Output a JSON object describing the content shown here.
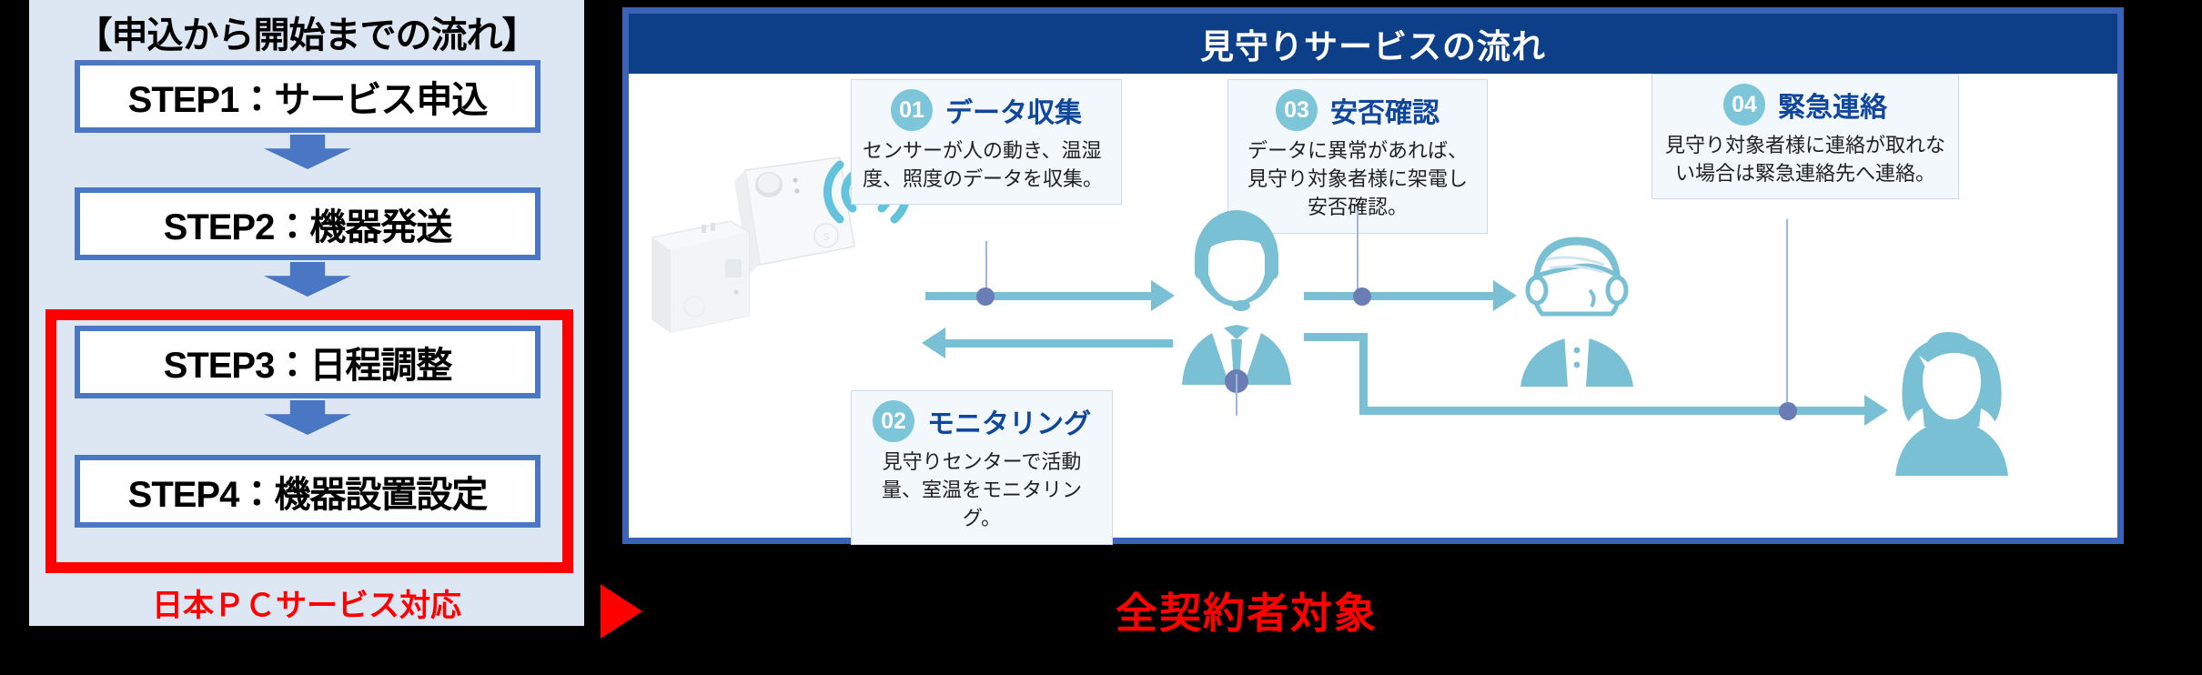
{
  "left_panel": {
    "title": "【申込から開始までの流れ】",
    "steps": [
      {
        "label": "STEP1：サービス申込"
      },
      {
        "label": "STEP2：機器発送"
      },
      {
        "label": "STEP3：日程調整"
      },
      {
        "label": "STEP4：機器設置設定"
      }
    ],
    "footnote": "日本ＰＣサービス対応",
    "highlight_color": "#ff0000",
    "box_border_color": "#4a77c4",
    "background_color": "#dde7f4"
  },
  "divider": {
    "play_icon": "play-triangle-icon",
    "color": "#ff0000"
  },
  "bottom_caption": {
    "text": "全契約者対象",
    "color": "#ff0000"
  },
  "right_panel": {
    "header": {
      "title": "見守りサービスの流れ",
      "background_color": "#0d3e88",
      "text_color": "#ffffff"
    },
    "accent_color": "#79c0d4",
    "number_badge_color": "#7dc6d9",
    "card_title_color": "#10469c",
    "cards": [
      {
        "number": "01",
        "title": "データ収集",
        "body": "センサーが人の動き、温湿度、照度のデータを収集。"
      },
      {
        "number": "02",
        "title": "モニタリング",
        "body": "見守りセンターで活動量、室温をモニタリング。"
      },
      {
        "number": "03",
        "title": "安否確認",
        "body": "データに異常があれば、見守り対象者様に架電し安否確認。"
      },
      {
        "number": "04",
        "title": "緊急連絡",
        "body": "見守り対象者様に連絡が取れない場合は緊急連絡先へ連絡。"
      }
    ],
    "icons": [
      {
        "name": "sensor-device-square"
      },
      {
        "name": "sensor-device-box"
      },
      {
        "name": "wireless-signal-icon"
      },
      {
        "name": "operator-headset-icon"
      },
      {
        "name": "elderly-person-icon"
      },
      {
        "name": "family-contact-person-icon"
      }
    ]
  }
}
